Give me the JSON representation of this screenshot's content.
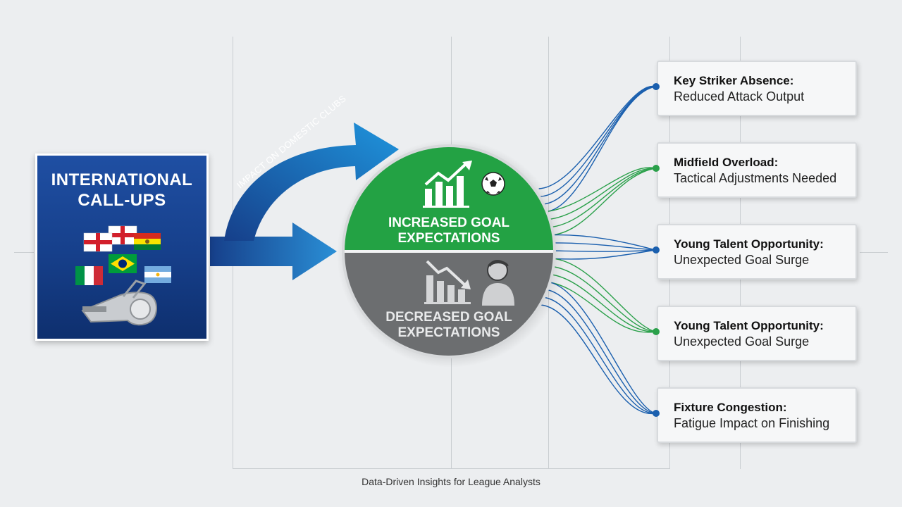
{
  "source_box": {
    "title_line1": "INTERNATIONAL",
    "title_line2": "CALL-UPS",
    "icons": [
      "england-flag-icon",
      "bolivia-flag-icon",
      "brazil-flag-icon",
      "italy-flag-icon",
      "argentina-flag-icon",
      "whistle-icon"
    ]
  },
  "arrow_label": "IMPACT ON DOMESTIC CLUBS",
  "center": {
    "top_line1": "INCREASED GOAL",
    "top_line2": "EXPECTATIONS",
    "bottom_line1": "DECREASED GOAL",
    "bottom_line2": "EXPECTATIONS",
    "top_color": "#23a244",
    "bottom_color": "#6c6e70"
  },
  "factors": [
    {
      "heading": "Key Striker Absence:",
      "detail": "Reduced Attack Output",
      "dot_color": "#1a5fae"
    },
    {
      "heading": "Midfield Overload:",
      "detail": "Tactical Adjustments Needed",
      "dot_color": "#2aa04a"
    },
    {
      "heading": "Young Talent Opportunity:",
      "detail": "Unexpected Goal Surge",
      "dot_color": "#1a5fae"
    },
    {
      "heading": "Young Talent Opportunity:",
      "detail": "Unexpected Goal Surge",
      "dot_color": "#2aa04a"
    },
    {
      "heading": "Fixture Congestion:",
      "detail": "Fatigue Impact on Finishing",
      "dot_color": "#1a5fae"
    }
  ],
  "footer": "Data-Driven Insights for League Analysts",
  "colors": {
    "blue": "#1a5fae",
    "green": "#2aa04a",
    "navy": "#163f8a"
  }
}
